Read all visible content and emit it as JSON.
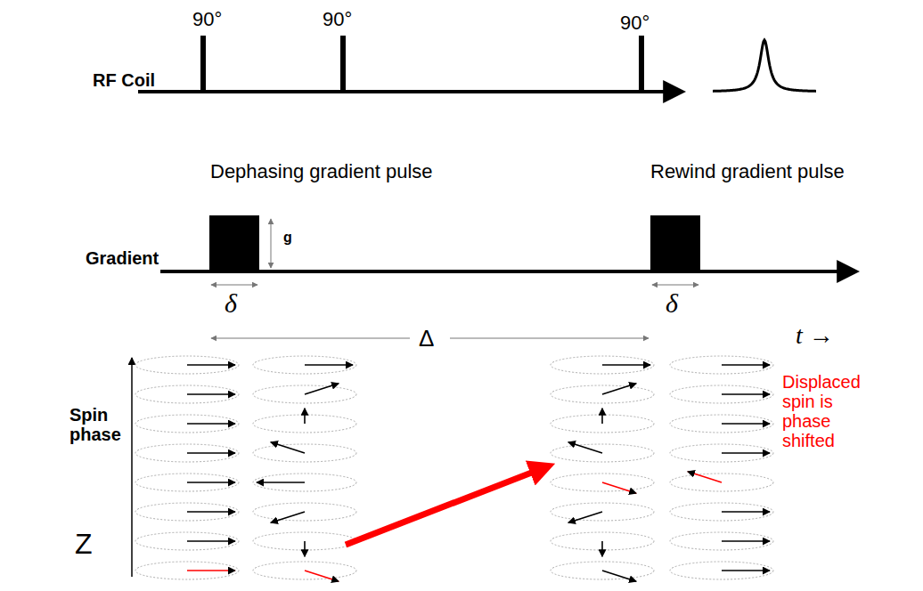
{
  "diagram": {
    "labels": [
      "90°",
      "90°",
      "90°",
      "RF Coil",
      "Dephasing gradient pulse",
      "g",
      "Rewind gradient pulse",
      "Gradient",
      "δ",
      "δ",
      "Δ",
      "t →",
      "Spin phase",
      "Z",
      "Displaced spin is phase shifted"
    ]
  }
}
